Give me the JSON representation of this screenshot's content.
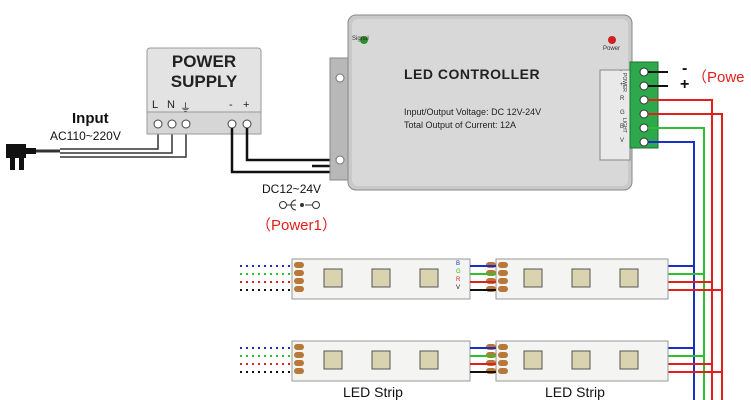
{
  "power_supply": {
    "title_line1": "POWER",
    "title_line2": "SUPPLY",
    "terminal_labels": [
      "L",
      "N",
      "⏚",
      "-",
      "+"
    ]
  },
  "input": {
    "label": "Input",
    "voltage": "AC110~220V"
  },
  "dc_input": {
    "voltage": "DC12~24V",
    "label": "（Power1）"
  },
  "controller": {
    "title": "LED CONTROLLER",
    "spec_line1": "Input/Output Voltage: DC 12V-24V",
    "spec_line2": "Total Output of Current: 12A",
    "led_signal_label": "Signal",
    "led_power_label": "Power",
    "terminal_group_power": "POWER",
    "terminal_group_light": "LIGHT",
    "terminal_pins": [
      "-",
      "+",
      "R",
      "G",
      "B",
      "V"
    ]
  },
  "power_output": {
    "minus_sign": "-",
    "plus_sign": "+",
    "label": "（Powe"
  },
  "strips": {
    "label_left": "LED Strip",
    "label_right": "LED Strip",
    "pad_letters": [
      "B",
      "G",
      "R",
      "V"
    ]
  },
  "colors": {
    "red_wire": "#e0201c",
    "green_wire": "#2fbf2f",
    "blue_wire": "#1a2fc8",
    "black_wire": "#111111",
    "strip_fill": "#f4f4f2",
    "pad_copper": "#b8783a"
  }
}
